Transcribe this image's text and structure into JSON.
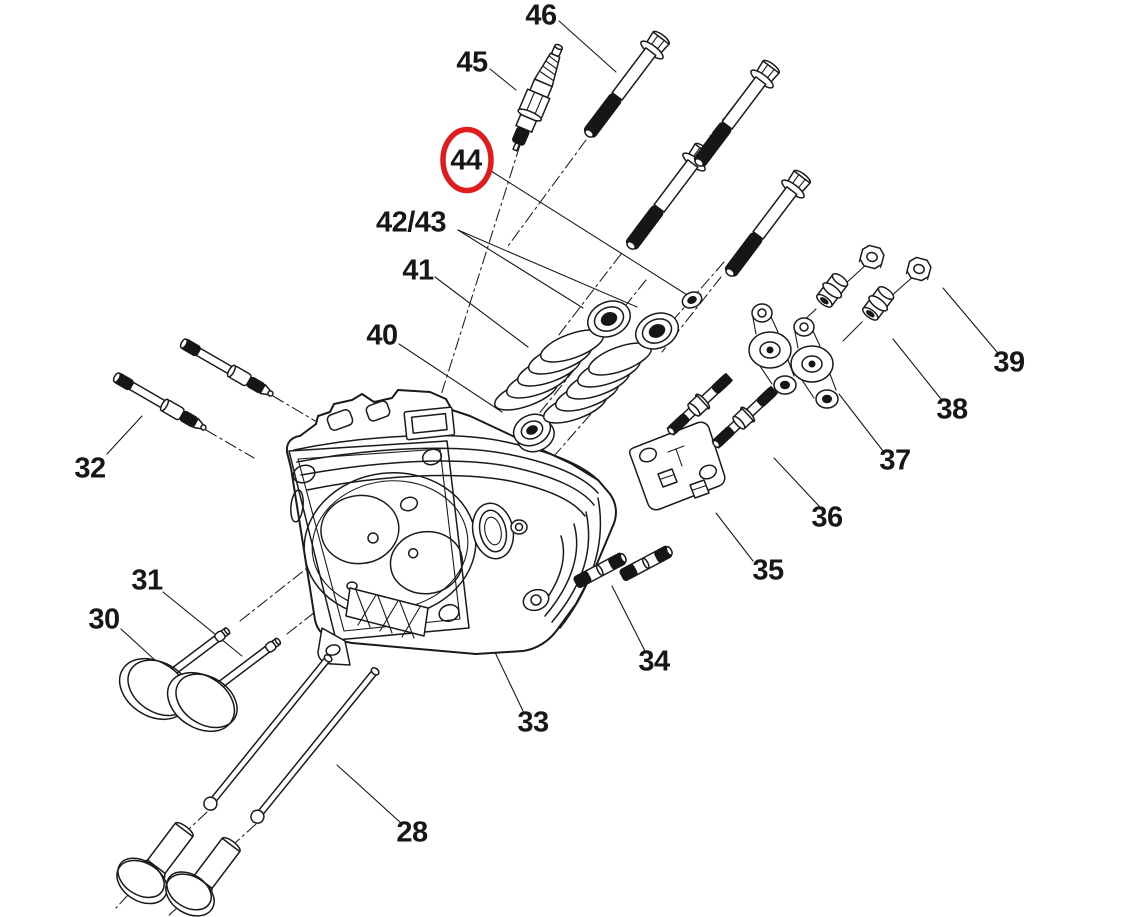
{
  "figure": {
    "type": "exploded parts diagram",
    "subject": "engine cylinder head assembly line drawing",
    "background_color": "#ffffff",
    "line_color": "#1a1a1a",
    "highlight": {
      "part": "44",
      "color": "#e01b1b",
      "shape": "ellipse"
    }
  },
  "labels": {
    "n46": "46",
    "n45": "45",
    "n44": "44",
    "n42_43": "42/43",
    "n41": "41",
    "n40": "40",
    "n39": "39",
    "n38": "38",
    "n37": "37",
    "n36": "36",
    "n35": "35",
    "n34": "34",
    "n33": "33",
    "n32": "32",
    "n31": "31",
    "n30": "30",
    "n28": "28"
  }
}
